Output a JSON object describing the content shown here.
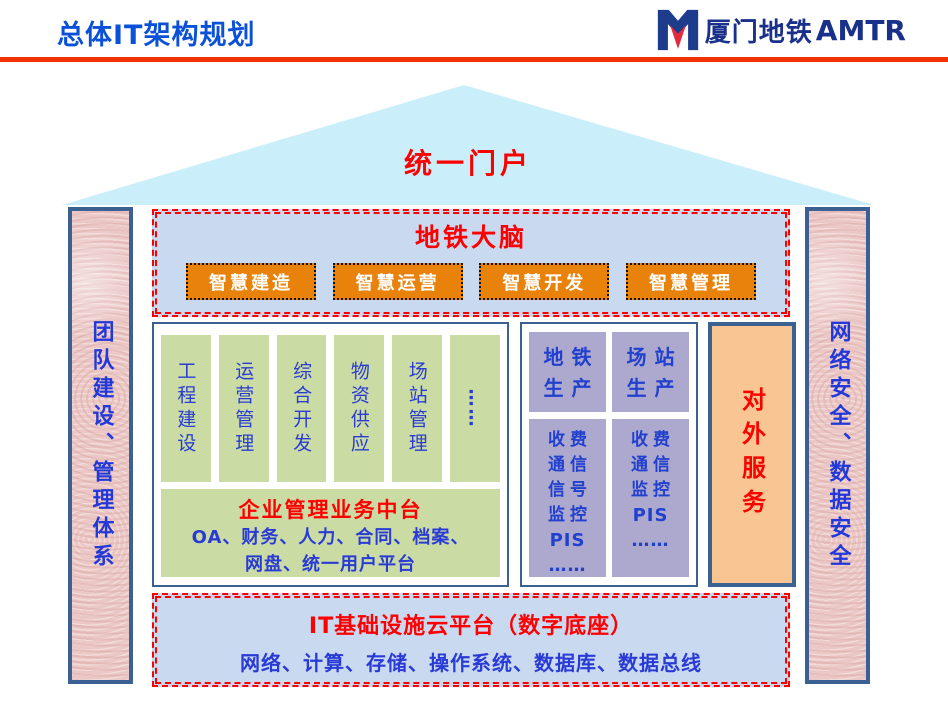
{
  "header": {
    "title": "总体IT架构规划",
    "logo": {
      "cn": "厦门地铁",
      "en": "AMTR"
    }
  },
  "roof": {
    "label": "统一门户"
  },
  "pillars": {
    "left": "团队建设、管理体系",
    "right": "网络安全、数据安全"
  },
  "brain": {
    "title": "地铁大脑",
    "buttons": [
      "智慧建造",
      "智慧运营",
      "智慧开发",
      "智慧管理"
    ]
  },
  "business": {
    "columns": [
      "工程建设",
      "运营管理",
      "综合开发",
      "物资供应",
      "场站管理",
      "……"
    ],
    "platform": {
      "title": "企业管理业务中台",
      "line1": "OA、财务、人力、合同、档案、",
      "line2": "网盘、统一用户平台"
    }
  },
  "production": {
    "top_left": [
      "地铁",
      "生产"
    ],
    "top_right": [
      "场站",
      "生产"
    ],
    "bottom_left": [
      "收费",
      "通信",
      "信号",
      "监控",
      "PIS",
      "……"
    ],
    "bottom_right": [
      "收费",
      "通信",
      "监控",
      "PIS",
      "……"
    ]
  },
  "external": {
    "label": "对外服务"
  },
  "foundation": {
    "title": "IT基础设施云平台（数字底座）",
    "body": "网络、计算、存储、操作系统、数据库、数据总线"
  },
  "colors": {
    "accent_red": "#FE0000",
    "title_blue": "#0A51D8",
    "text_blue": "#2A3BD5",
    "brand_navy": "#1A318C",
    "brand_red": "#E5283C",
    "rule_red": "#F23000",
    "roof_cyan": "#CBEFFA",
    "panel_blue_bg": "#C9D9F0",
    "button_orange": "#E8820B",
    "green_box": "#CADCA4",
    "purple_box": "#ADA8CE",
    "external_orange": "#F9C693",
    "pillar_pink": "#EBC8C6",
    "border_navy": "#3A6191"
  }
}
